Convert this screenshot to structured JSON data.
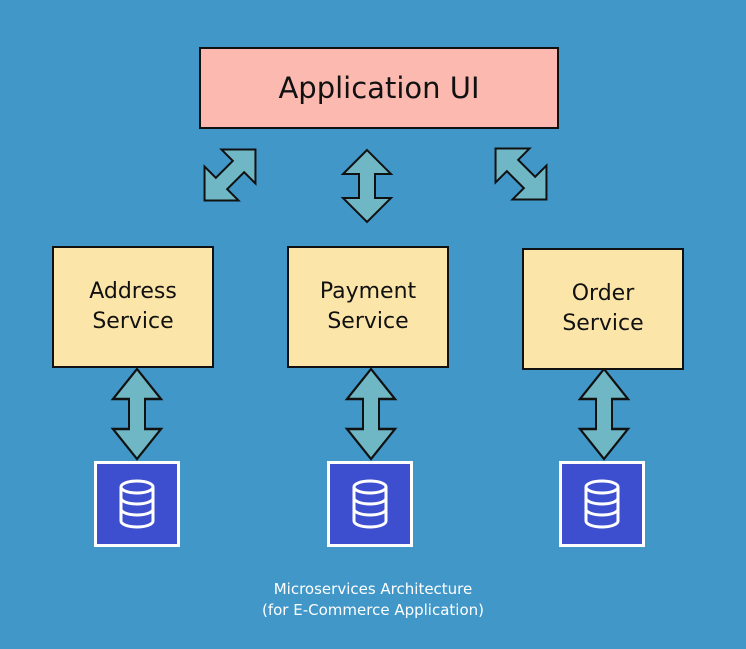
{
  "app_ui": {
    "label": "Application UI"
  },
  "services": [
    {
      "line1": "Address",
      "line2": "Service",
      "db_icon": "database-icon"
    },
    {
      "line1": "Payment",
      "line2": "Service",
      "db_icon": "database-icon"
    },
    {
      "line1": "Order",
      "line2": "Service",
      "db_icon": "database-icon"
    }
  ],
  "caption": {
    "line1": "Microservices Architecture",
    "line2": "(for E-Commerce Application)"
  },
  "colors": {
    "background": "#4097c8",
    "app_ui_fill": "#fcb9b0",
    "service_fill": "#fce5a8",
    "database_fill": "#3d4fcf",
    "arrow_fill": "#6fb7c4"
  }
}
